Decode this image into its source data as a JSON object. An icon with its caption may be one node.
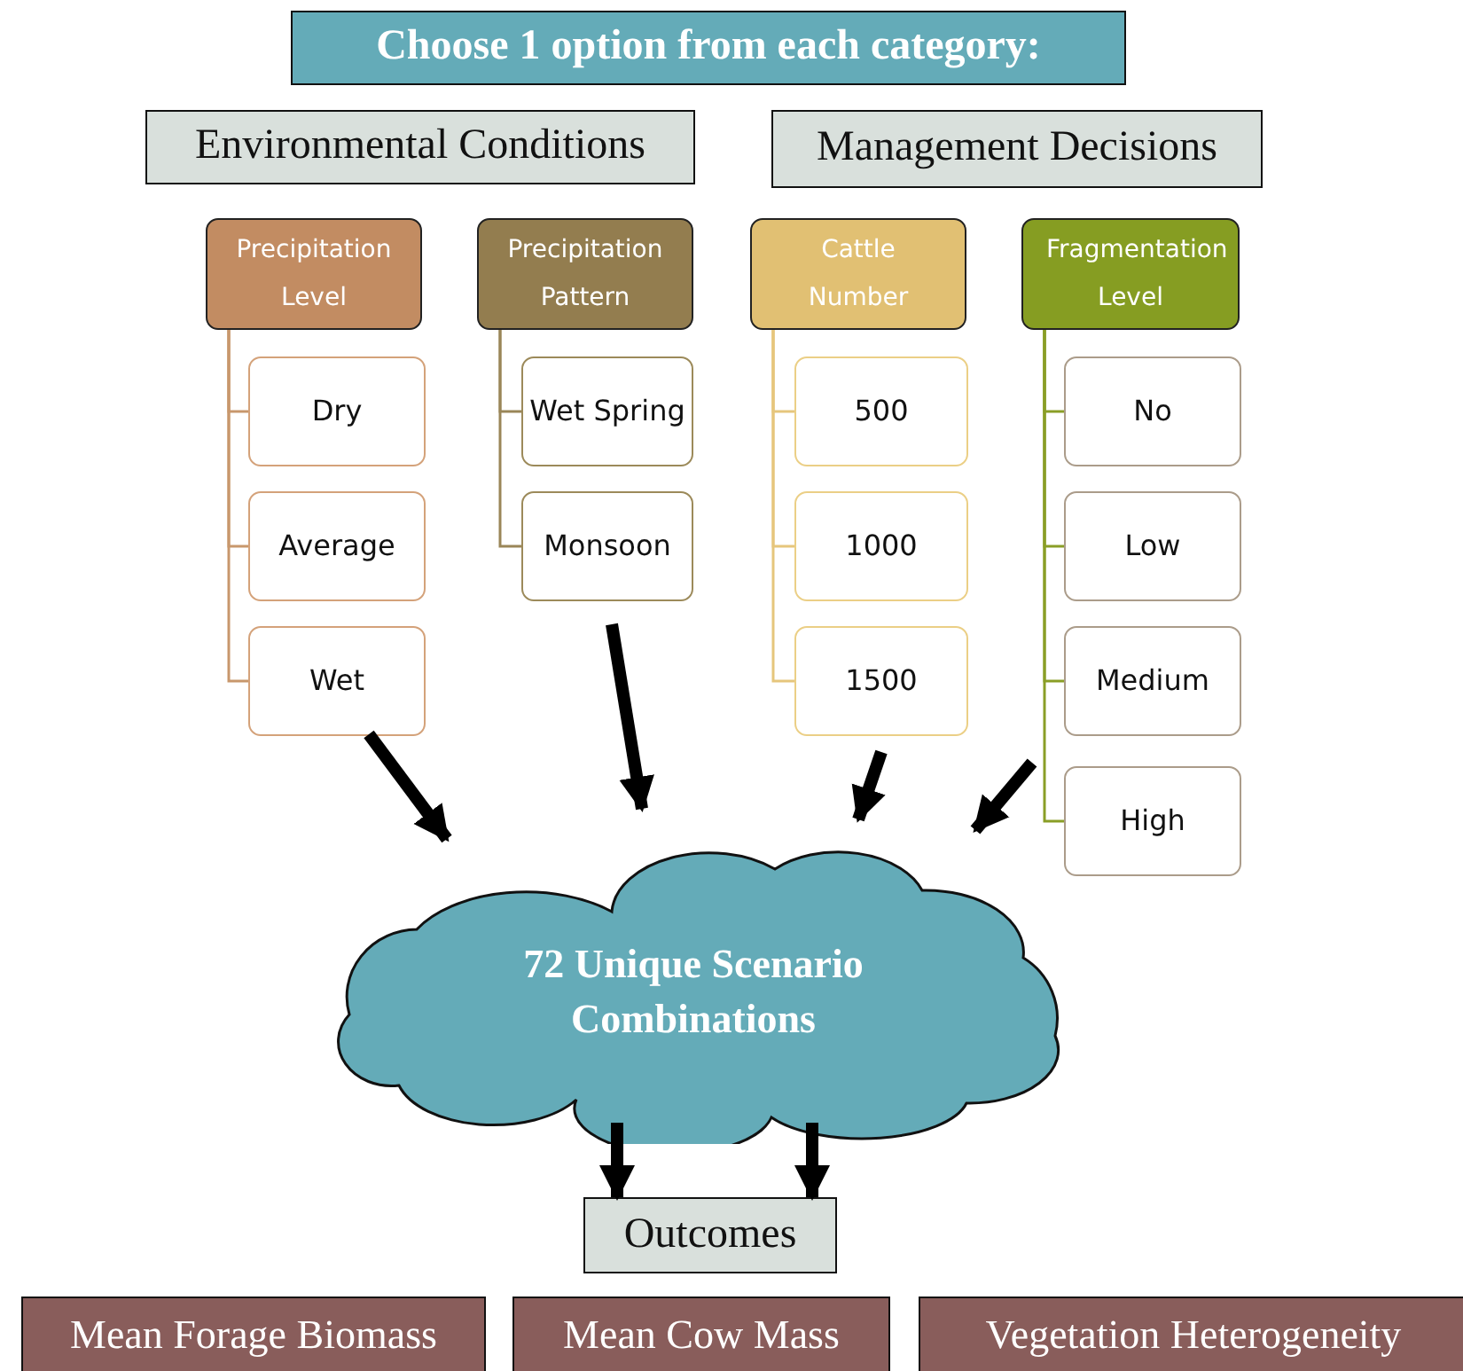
{
  "diagram": {
    "nodes": [
      {
        "text": [
          "Choose 1 option from each category:"
        ]
      },
      {
        "text": [
          "Environmental Conditions"
        ]
      },
      {
        "text": [
          "Management Decisions"
        ]
      },
      {
        "text": [
          "Precipitation Level"
        ]
      },
      {
        "text": [
          "Precipitation Pattern"
        ]
      },
      {
        "text": [
          "Cattle Number"
        ]
      },
      {
        "text": [
          "Fragmentation Level"
        ]
      },
      {
        "text": [
          "Dry"
        ]
      },
      {
        "text": [
          "Average"
        ]
      },
      {
        "text": [
          "Wet"
        ]
      },
      {
        "text": [
          "Wet Spring"
        ]
      },
      {
        "text": [
          "Monsoon"
        ]
      },
      {
        "text": [
          "500"
        ]
      },
      {
        "text": [
          "1000"
        ]
      },
      {
        "text": [
          "1500"
        ]
      },
      {
        "text": [
          "No"
        ]
      },
      {
        "text": [
          "Low"
        ]
      },
      {
        "text": [
          "Medium"
        ]
      },
      {
        "text": [
          "High"
        ]
      },
      {
        "text": [
          "72 Unique Scenario Combinations"
        ]
      },
      {
        "text": [
          "Outcomes"
        ]
      },
      {
        "text": [
          "Mean Forage Biomass"
        ]
      },
      {
        "text": [
          "Mean Cow Mass"
        ]
      },
      {
        "text": [
          "Vegetation Heterogeneity"
        ]
      }
    ],
    "edges": [
      {
        "from": 3,
        "to": 7,
        "arrow": "none",
        "color": "#c8976c"
      },
      {
        "from": 3,
        "to": 8,
        "arrow": "none",
        "color": "#c8976c"
      },
      {
        "from": 3,
        "to": 9,
        "arrow": "none",
        "color": "#c8976c"
      },
      {
        "from": 4,
        "to": 10,
        "arrow": "none",
        "color": "#9a8658"
      },
      {
        "from": 4,
        "to": 11,
        "arrow": "none",
        "color": "#9a8658"
      },
      {
        "from": 5,
        "to": 12,
        "arrow": "none",
        "color": "#e6c67c"
      },
      {
        "from": 5,
        "to": 13,
        "arrow": "none",
        "color": "#e6c67c"
      },
      {
        "from": 5,
        "to": 14,
        "arrow": "none",
        "color": "#e6c67c"
      },
      {
        "from": 6,
        "to": 15,
        "arrow": "none",
        "color": "#8a9e26"
      },
      {
        "from": 6,
        "to": 16,
        "arrow": "none",
        "color": "#8a9e26"
      },
      {
        "from": 6,
        "to": 17,
        "arrow": "none",
        "color": "#8a9e26"
      },
      {
        "from": 6,
        "to": 18,
        "arrow": "none",
        "color": "#8a9e26"
      },
      {
        "from": 9,
        "to": 19,
        "arrow": "to",
        "style": "thick"
      },
      {
        "from": 11,
        "to": 19,
        "arrow": "to",
        "style": "thick"
      },
      {
        "from": 14,
        "to": 19,
        "arrow": "to",
        "style": "thick"
      },
      {
        "from": 18,
        "to": 19,
        "arrow": "to",
        "style": "thick"
      },
      {
        "from": 19,
        "to": 20,
        "arrow": "to",
        "style": "thick"
      },
      {
        "from": 19,
        "to": 20,
        "arrow": "to",
        "style": "thick"
      }
    ]
  }
}
